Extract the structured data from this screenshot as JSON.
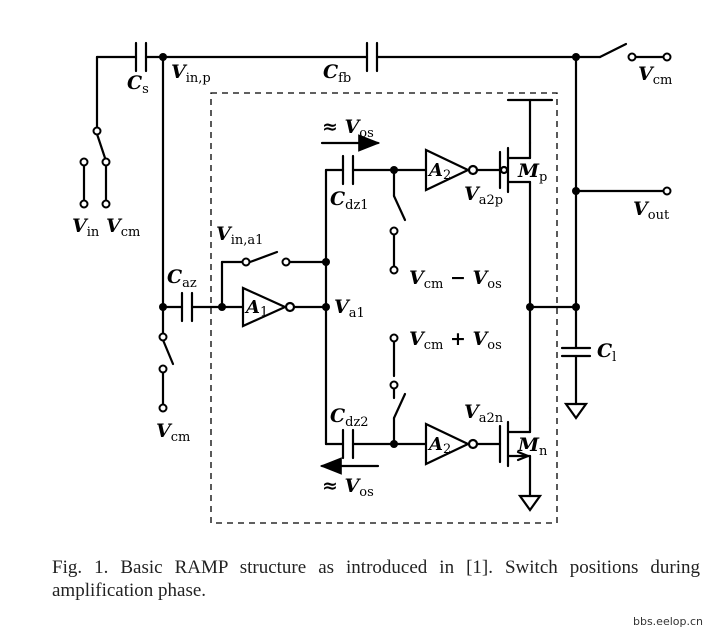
{
  "figure": {
    "labels": {
      "cs": {
        "main": "C",
        "sub": "s"
      },
      "vin_p": {
        "main": "V",
        "sub": "in,p"
      },
      "cfb": {
        "main": "C",
        "sub": "fb"
      },
      "vcm_top": {
        "main": "V",
        "sub": "cm"
      },
      "vin": {
        "main": "V",
        "sub": "in"
      },
      "vcm_left": {
        "main": "V",
        "sub": "cm"
      },
      "vos_top": {
        "prefix": "≈ ",
        "main": "V",
        "sub": "os"
      },
      "cdz1": {
        "main": "C",
        "sub": "dz1"
      },
      "a2_top": {
        "main": "A",
        "sub": "2"
      },
      "va2p": {
        "main": "V",
        "sub": "a2p"
      },
      "mp": {
        "main": "M",
        "sub": "p"
      },
      "vout": {
        "main": "V",
        "sub": "out"
      },
      "vin_a1": {
        "main": "V",
        "sub": "in,a1"
      },
      "caz": {
        "main": "C",
        "sub": "az"
      },
      "a1": {
        "main": "A",
        "sub": "1"
      },
      "va1": {
        "main": "V",
        "sub": "a1"
      },
      "vcm_minus_vos": {
        "v1": "V",
        "s1": "cm",
        "op": " − ",
        "v2": "V",
        "s2": "os"
      },
      "vcm_plus_vos": {
        "v1": "V",
        "s1": "cm",
        "op": " + ",
        "v2": "V",
        "s2": "os"
      },
      "cl": {
        "main": "C",
        "sub": "l"
      },
      "vcm_bottom": {
        "main": "V",
        "sub": "cm"
      },
      "cdz2": {
        "main": "C",
        "sub": "dz2"
      },
      "va2n": {
        "main": "V",
        "sub": "a2n"
      },
      "a2_bottom": {
        "main": "A",
        "sub": "2"
      },
      "mn": {
        "main": "M",
        "sub": "n"
      },
      "vos_bottom": {
        "prefix": "≈ ",
        "main": "V",
        "sub": "os"
      }
    },
    "caption": {
      "text": "Fig. 1.   Basic RAMP structure as introduced in [1]. Switch positions during amplification phase."
    }
  },
  "watermark": "bbs.eelop.cn"
}
